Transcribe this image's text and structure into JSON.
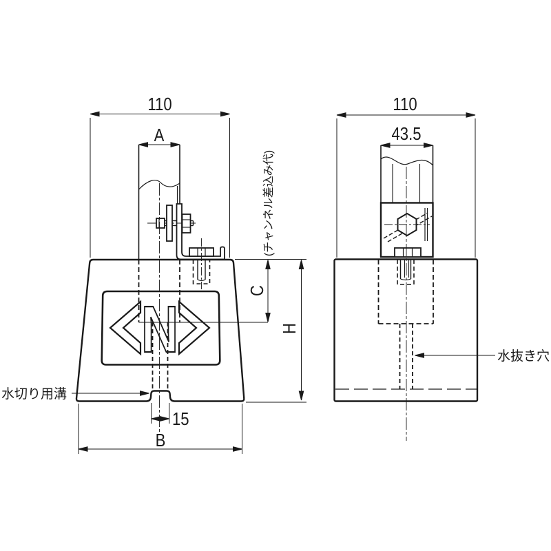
{
  "drawing": {
    "colors": {
      "line": "#1a1a1a",
      "background": "#ffffff"
    },
    "front_view": {
      "top_width": "110",
      "channel_width_label": "A",
      "insertion_note": "(チャンネル差込み代)",
      "insertion_depth_label": "C",
      "height_label": "H",
      "groove_width": "15",
      "base_width_label": "B",
      "drain_groove_label": "水切り用溝",
      "logo_letter": "N"
    },
    "side_view": {
      "top_width": "110",
      "channel_width": "43.5",
      "drain_hole_label": "水抜き穴"
    }
  }
}
